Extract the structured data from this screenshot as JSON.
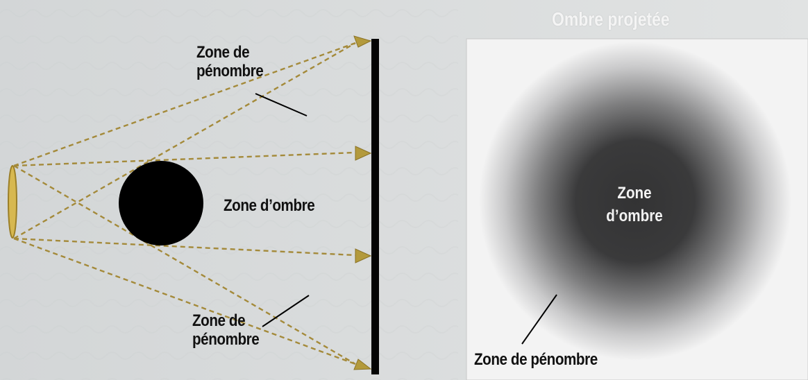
{
  "diagram": {
    "penumbra_top_label": [
      "Zone de",
      "pénombre"
    ],
    "umbra_label": "Zone d’ombre",
    "penumbra_bottom_label": [
      "Zone de",
      "pénombre"
    ]
  },
  "projected_shadow": {
    "title": "Ombre projetée",
    "umbra_label": [
      "Zone",
      "d’ombre"
    ],
    "penumbra_label": "Zone de pénombre"
  },
  "colors": {
    "background": "#d9dbdc",
    "ray": "#a48a3a",
    "arrowhead": "#b39a3c",
    "light_source": "#c7a640",
    "occluder": "#000000",
    "screen": "#000000",
    "shadow_core": "#333333"
  }
}
